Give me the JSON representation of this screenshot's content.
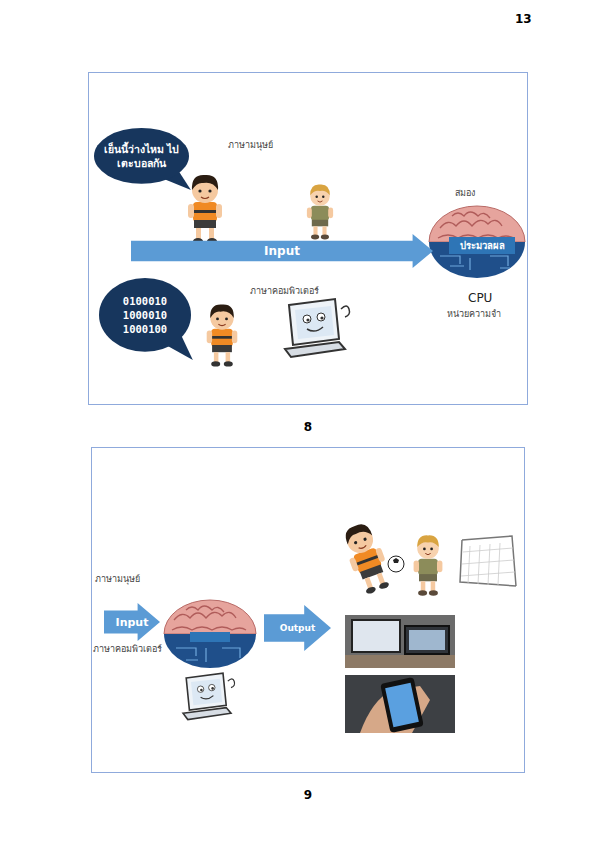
{
  "diagram": {
    "nodes": [
      {
        "text": [
          "8"
        ]
      },
      {
        "text": [
          "เย็นนี้ว่างไหม ไปเตะบอลกัน"
        ],
        "in": 0
      },
      {
        "text": [
          "Input"
        ],
        "in": 0
      },
      {
        "text": [
          "ประมวลผล"
        ],
        "in": 0
      },
      {
        "text": [
          "0100010 1000010 1000100"
        ],
        "in": 0
      },
      {
        "text": [
          "9"
        ]
      },
      {
        "text": [
          "Input"
        ],
        "in": 5
      },
      {
        "text": [
          "Output"
        ],
        "in": 5
      }
    ],
    "labels": [
      "13",
      "ภาษามนุษย์",
      "สมอง",
      "ภาษาคอมพิวเตอร์",
      "CPU",
      "หน่วยความจำ",
      "ภาษามนุษย์",
      "ภาษาคอมพิวเตอร์"
    ]
  }
}
